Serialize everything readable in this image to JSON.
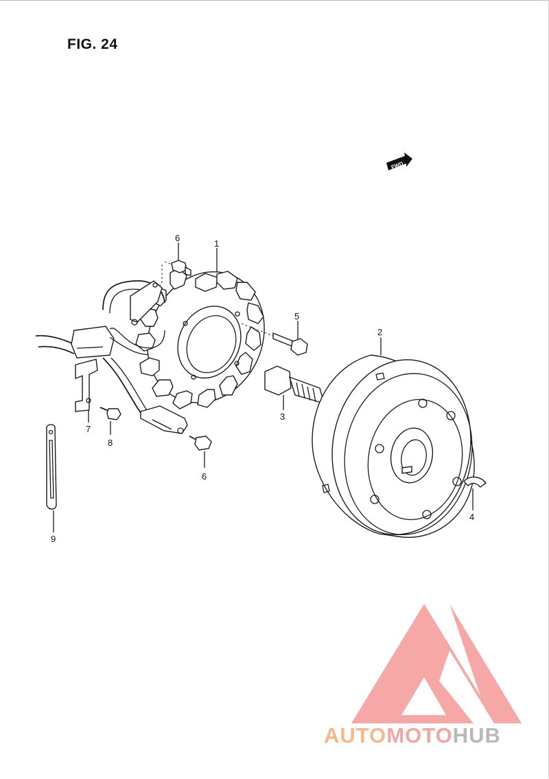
{
  "figure": {
    "title": "FIG. 24"
  },
  "direction_tag": "FWD",
  "callouts": [
    {
      "id": "1",
      "label": "1"
    },
    {
      "id": "2",
      "label": "2"
    },
    {
      "id": "3",
      "label": "3"
    },
    {
      "id": "4",
      "label": "4"
    },
    {
      "id": "5",
      "label": "5"
    },
    {
      "id": "6a",
      "label": "6"
    },
    {
      "id": "6b",
      "label": "6"
    },
    {
      "id": "7",
      "label": "7"
    },
    {
      "id": "8",
      "label": "8"
    },
    {
      "id": "9",
      "label": "9"
    }
  ],
  "watermark": {
    "part1": "AUTO",
    "part2": "MOTO",
    "part3": "HUB",
    "colors": {
      "auto": "#f6b78a",
      "moto": "#f1a7a2",
      "hub": "#b9b9b9",
      "logo": "#f49a96"
    }
  }
}
